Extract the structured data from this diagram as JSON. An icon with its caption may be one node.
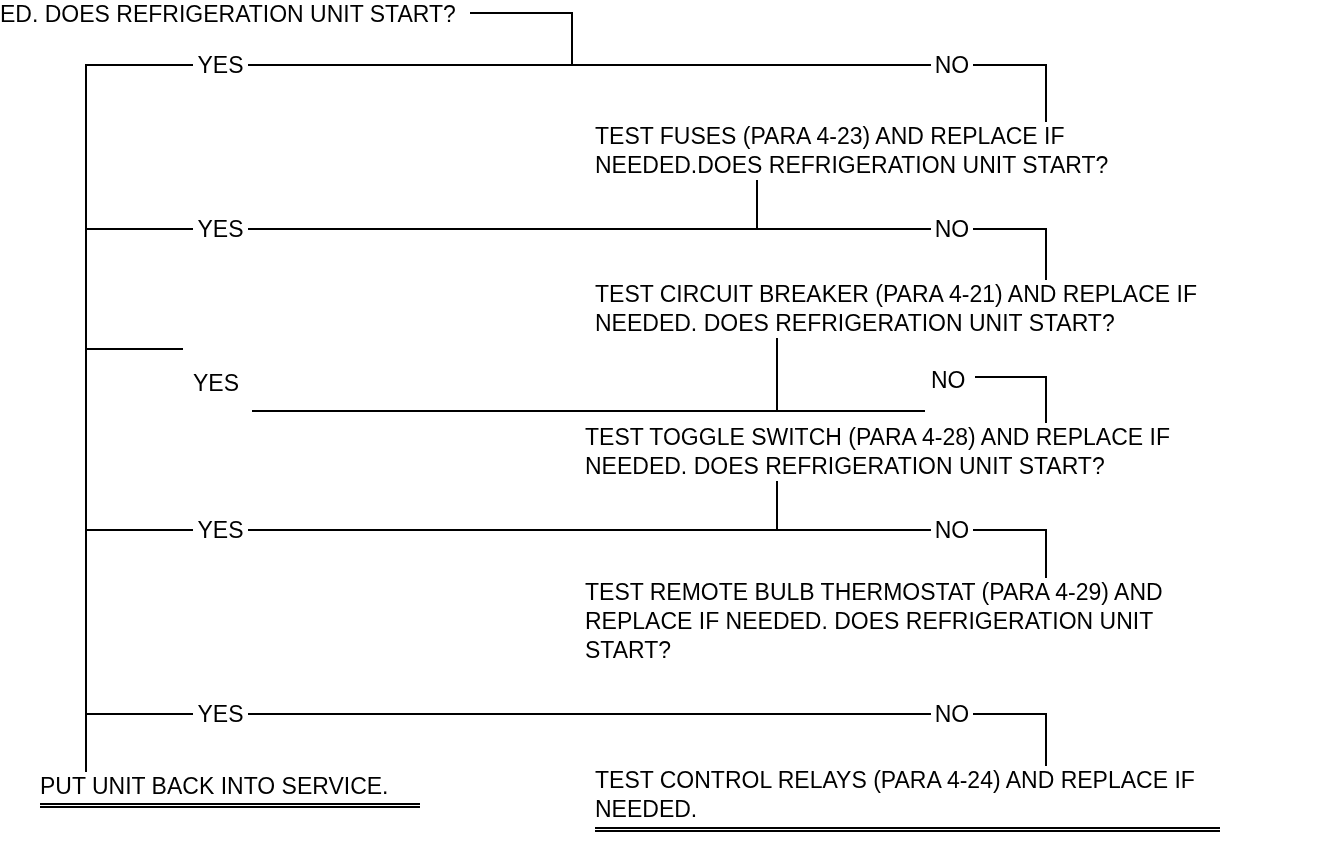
{
  "diagram": {
    "nodes": [
      {
        "text": [
          "ED. DOES REFRIGERATION UNIT START?"
        ]
      },
      {
        "text": [
          "YES"
        ]
      },
      {
        "text": [
          "NO"
        ]
      },
      {
        "text": [
          "TEST FUSES (PARA 4-23) AND REPLACE IF NEEDED.DOES REFRIGERATION UNIT START?"
        ]
      },
      {
        "text": [
          "YES"
        ]
      },
      {
        "text": [
          "NO"
        ]
      },
      {
        "text": [
          "TEST CIRCUIT BREAKER (PARA 4-21) AND REPLACE IF NEEDED. DOES REFRIGERATION UNIT START?"
        ]
      },
      {
        "text": [
          "YES"
        ]
      },
      {
        "text": [
          "NO"
        ]
      },
      {
        "text": [
          "TEST TOGGLE SWITCH (PARA 4-28) AND REPLACE IF NEEDED. DOES REFRIGERATION UNIT START?"
        ]
      },
      {
        "text": [
          "YES"
        ]
      },
      {
        "text": [
          "NO"
        ]
      },
      {
        "text": [
          "TEST REMOTE BULB THERMOSTAT (PARA 4-29) AND REPLACE IF NEEDED. DOES REFRIGERATION UNIT START?"
        ]
      },
      {
        "text": [
          "YES"
        ]
      },
      {
        "text": [
          "NO"
        ]
      },
      {
        "text": [
          "PUT UNIT BACK INTO SERVICE."
        ]
      },
      {
        "text": [
          "TEST CONTROL RELAYS (PARA 4-24) AND REPLACE IF NEEDED."
        ]
      }
    ],
    "edges": [
      {
        "from": 0,
        "to": 1,
        "arrow": "none"
      },
      {
        "from": 0,
        "to": 2,
        "arrow": "none"
      },
      {
        "from": 2,
        "to": 3,
        "arrow": "none"
      },
      {
        "from": 3,
        "to": 4,
        "arrow": "none"
      },
      {
        "from": 3,
        "to": 5,
        "arrow": "none"
      },
      {
        "from": 5,
        "to": 6,
        "arrow": "none"
      },
      {
        "from": 6,
        "to": 7,
        "arrow": "none"
      },
      {
        "from": 6,
        "to": 8,
        "arrow": "none"
      },
      {
        "from": 8,
        "to": 9,
        "arrow": "none"
      },
      {
        "from": 9,
        "to": 10,
        "arrow": "none"
      },
      {
        "from": 9,
        "to": 11,
        "arrow": "none"
      },
      {
        "from": 11,
        "to": 12,
        "arrow": "none"
      },
      {
        "from": 13,
        "to": 14,
        "arrow": "none"
      },
      {
        "from": 14,
        "to": 16,
        "arrow": "none"
      },
      {
        "from": 1,
        "to": 15,
        "arrow": "none"
      },
      {
        "from": 4,
        "to": 15,
        "arrow": "none"
      },
      {
        "from": 7,
        "to": 15,
        "arrow": "none"
      },
      {
        "from": 10,
        "to": 15,
        "arrow": "none"
      },
      {
        "from": 13,
        "to": 15,
        "arrow": "none"
      }
    ]
  }
}
